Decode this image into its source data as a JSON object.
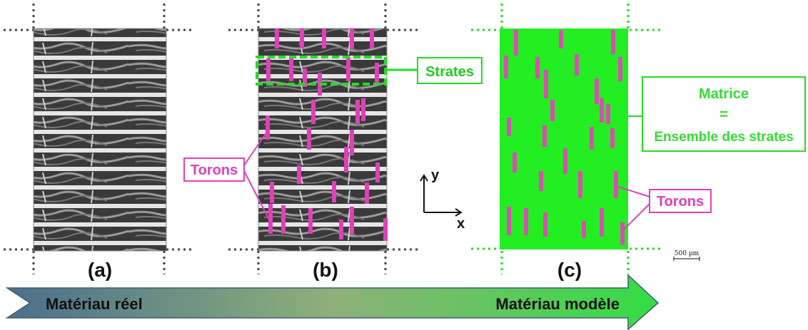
{
  "panels": {
    "a": {
      "caption": "(a)"
    },
    "b": {
      "caption": "(b)",
      "strates_label": "Strates",
      "torons_label": "Torons"
    },
    "c": {
      "caption": "(c)",
      "matrice_line1": "Matrice",
      "matrice_line2": "=",
      "matrice_line3": "Ensemble des strates",
      "torons_label": "Torons"
    }
  },
  "axes": {
    "y_label": "y",
    "x_label": "x"
  },
  "scale_bar": {
    "label": "500 µm"
  },
  "arrow": {
    "left_label": "Matériau réel",
    "right_label": "Matériau modèle"
  },
  "colors": {
    "accent_pink": "#e040b8",
    "model_green": "#22ee22",
    "label_green": "#33dd33",
    "arrow_left": "#4a6f8c",
    "arrow_right": "#33dd44"
  }
}
